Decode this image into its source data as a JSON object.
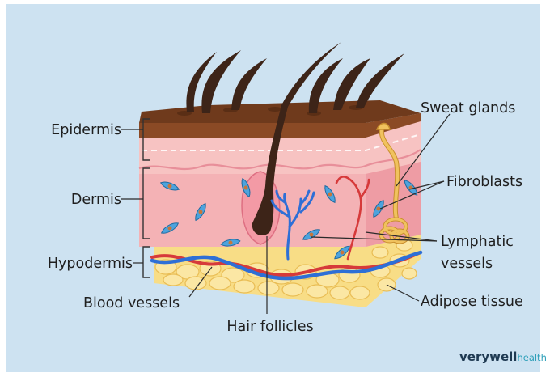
{
  "diagram": {
    "labels": {
      "epidermis": "Epidermis",
      "dermis": "Dermis",
      "hypodermis": "Hypodermis",
      "blood_vessels": "Blood vessels",
      "hair_follicles": "Hair follicles",
      "sweat_glands": "Sweat glands",
      "fibroblasts": "Fibroblasts",
      "lymphatic_line1": "Lymphatic",
      "lymphatic_line2": "vessels",
      "adipose_tissue": "Adipose tissue"
    },
    "brand": {
      "part1": "verywell",
      "part2": "health"
    },
    "colors": {
      "background": "#cde2f1",
      "epidermis": "#8a4a24",
      "dermis": "#f2a9b0",
      "hypodermis": "#f6d46e",
      "blood_artery": "#d63a3a",
      "blood_vein": "#2e6fd6",
      "lymphatic": "#2e6fd6",
      "sweat_gland": "#e9b850",
      "fibroblast": "#3a8fd0"
    }
  }
}
